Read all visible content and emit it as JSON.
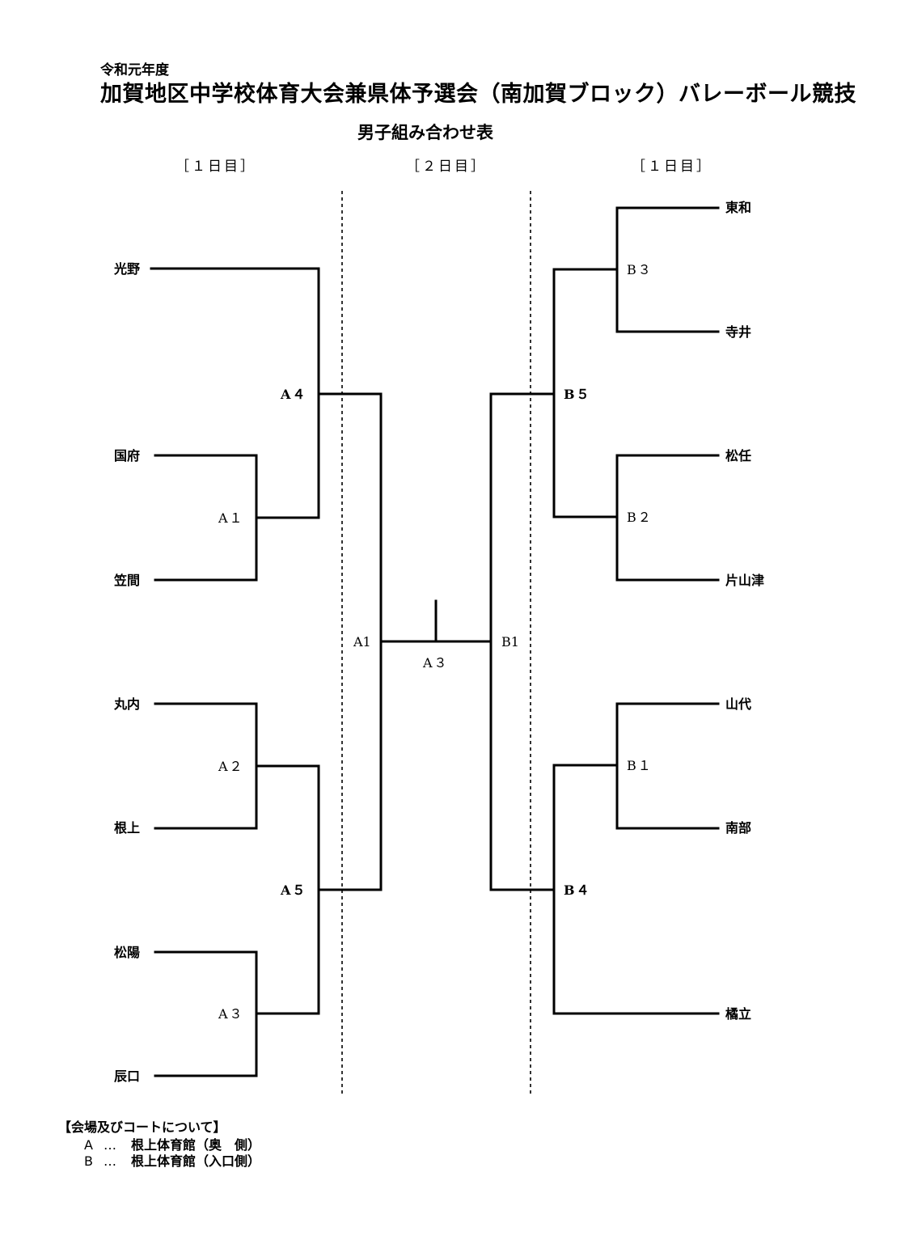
{
  "header": {
    "era": "令和元年度",
    "title": "加賀地区中学校体育大会兼県体予選会（南加賀ブロック）バレーボール競技",
    "subtitle": "男子組み合わせ表"
  },
  "days": {
    "left": "［１日目］",
    "middle": "［２日目］",
    "right": "［１日目］"
  },
  "teams": {
    "left": [
      "光野",
      "国府",
      "笠間",
      "丸内",
      "根上",
      "松陽",
      "辰口"
    ],
    "right": [
      "東和",
      "寺井",
      "松任",
      "片山津",
      "山代",
      "南部",
      "橘立"
    ]
  },
  "matches": {
    "a1": "A１",
    "a2": "A２",
    "a3": "A３",
    "a4": "A４",
    "a5": "A５",
    "b1": "B１",
    "b2": "B２",
    "b3": "B３",
    "b4": "B４",
    "b5": "B５",
    "semi_left": "A1",
    "semi_right": "B1",
    "final": "A３"
  },
  "venue": {
    "title": "【会場及びコートについて】",
    "lines": [
      {
        "court": "A",
        "sep": "…",
        "text": "根上体育館（奥　側）"
      },
      {
        "court": "B",
        "sep": "…",
        "text": "根上体育館（入口側）"
      }
    ]
  }
}
